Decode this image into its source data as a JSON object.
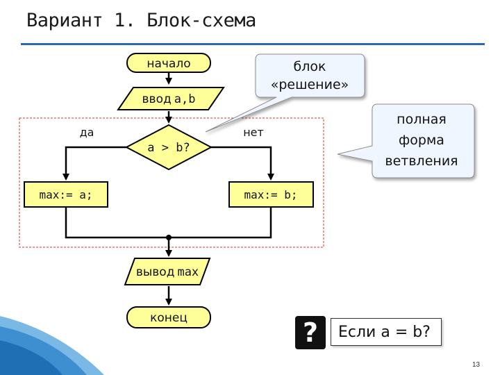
{
  "slide": {
    "title": "Вариант 1. Блок-схема",
    "page_number": "13"
  },
  "flowchart": {
    "start": "начало",
    "input_word": "ввод",
    "input_vars": "a,b",
    "condition": "a > b?",
    "yes_label": "да",
    "no_label": "нет",
    "assign_a": "max:= a;",
    "assign_b": "max:= b;",
    "output_word": "вывод",
    "output_var": "max",
    "end": "конец"
  },
  "callouts": {
    "decision_line1": "блок",
    "decision_line2": "«решение»",
    "branch_line1": "полная",
    "branch_line2": "форма",
    "branch_line3": "ветвления"
  },
  "question": {
    "icon": "?",
    "text": "Если a = b?"
  },
  "colors": {
    "block_fill": "#ffff99",
    "line": "#000000",
    "callout_fill": "#f0f6ff",
    "frame": "#e03030",
    "accent": "#2e64b0"
  }
}
